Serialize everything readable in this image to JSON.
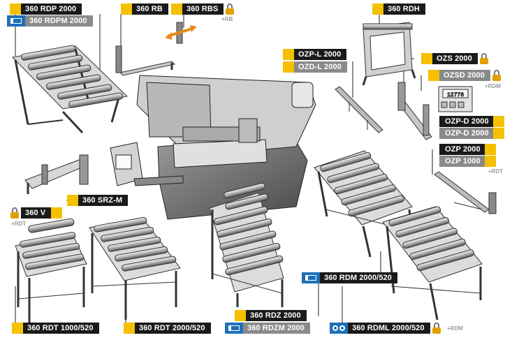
{
  "labels": {
    "rdp2000": "360 RDP 2000",
    "rdpm2000": "360 RDPM 2000",
    "rb": "360 RB",
    "rbs": "360 RBS",
    "rbs_sub": "+RB",
    "rdh": "360 RDH",
    "ozpl2000": "OZP-L 2000",
    "ozdl2000": "OZD-L 2000",
    "ozs2000": "OZS 2000",
    "ozsd2000": "OZSD 2000",
    "ozsd_sub": "+RDM",
    "ozpd2000": "OZP-D 2000",
    "ozpd2000b": "OZP-D 2000",
    "ozp2000": "OZP 2000",
    "ozp1000": "OZP 1000",
    "ozp_sub": "+RDT",
    "srzm": "360 SRZ-M",
    "v": "360 V",
    "v_sub": "+RDT",
    "rdm2000": "360 RDM 2000/520",
    "rdt1000": "360 RDT 1000/520",
    "rdt2000": "360 RDT 2000/520",
    "rdz2000": "360 RDZ 2000",
    "rdzm2000": "360 RDZM 2000",
    "rdml2000": "360 RDML 2000/520",
    "rdml_sub": "+RDM"
  },
  "display_readout": "12776",
  "colors": {
    "label_dark": "#1a1a1a",
    "label_grey": "#8a8a8a",
    "accent_yellow": "#f5c000",
    "icon_blue": "#1e6fb8",
    "lock_orange": "#e0a000",
    "arrow_orange": "#e88a1a"
  },
  "icons": [
    "feeder-icon",
    "padlock-icon",
    "dual-roller-icon"
  ]
}
